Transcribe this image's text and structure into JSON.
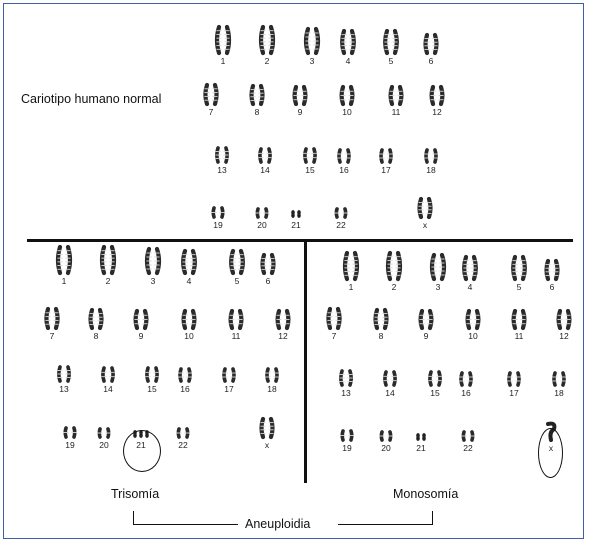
{
  "title": "Cariotipo humano normal",
  "panels": [
    {
      "id": "normal",
      "numbers": [
        "1",
        "2",
        "3",
        "4",
        "5",
        "6",
        "7",
        "8",
        "9",
        "10",
        "11",
        "12",
        "13",
        "14",
        "15",
        "16",
        "17",
        "18",
        "19",
        "20",
        "21",
        "22",
        "x"
      ]
    },
    {
      "id": "trisomy",
      "label": "Trisomía",
      "numbers": [
        "1",
        "2",
        "3",
        "4",
        "5",
        "6",
        "7",
        "8",
        "9",
        "10",
        "11",
        "12",
        "13",
        "14",
        "15",
        "16",
        "17",
        "18",
        "19",
        "20",
        "21",
        "22",
        "x"
      ]
    },
    {
      "id": "monosomy",
      "label": "Monosomía",
      "numbers": [
        "1",
        "2",
        "3",
        "4",
        "5",
        "6",
        "7",
        "8",
        "9",
        "10",
        "11",
        "12",
        "13",
        "14",
        "15",
        "16",
        "17",
        "18",
        "19",
        "20",
        "21",
        "22",
        "x"
      ]
    }
  ],
  "bracket_label": "Aneuploidia",
  "colors": {
    "border": "#3f5fa8",
    "ink": "#111111"
  }
}
